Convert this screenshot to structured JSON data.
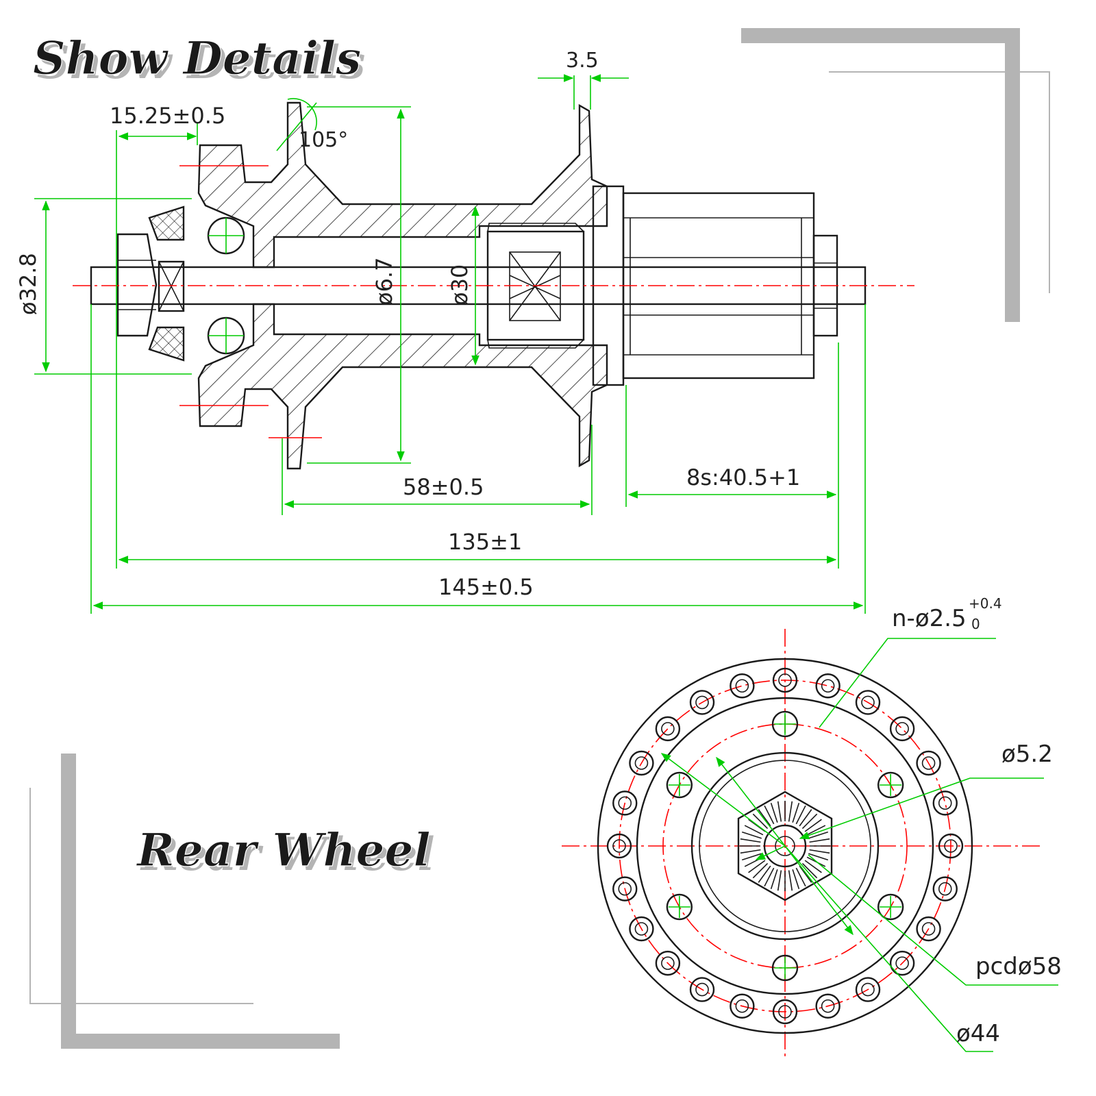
{
  "titles": {
    "top": "Show Details",
    "bottom": "Rear Wheel"
  },
  "dimensions": {
    "flange_offset": "15.25±0.5",
    "flange_width": "3.5",
    "angle": "105°",
    "hub_od": "ø32.8",
    "axle_d": "ø6.7",
    "body_d": "ø30",
    "flange_spacing": "58±0.5",
    "freehub": "8s:40.5+1",
    "oln": "135±1",
    "axle_length": "145±0.5",
    "disc_hole": "ø5.2",
    "spoke_hole_prefix": "n-ø2.5",
    "spoke_hole_sub": "0",
    "spoke_hole_sup": "+0.4",
    "pcd": "pcdø58",
    "disc_bcd": "ø44"
  },
  "colors": {
    "dimension": "#00cc00",
    "centerline": "#ff0000",
    "outline": "#1a1a1a",
    "frame": "#b4b4b4"
  }
}
